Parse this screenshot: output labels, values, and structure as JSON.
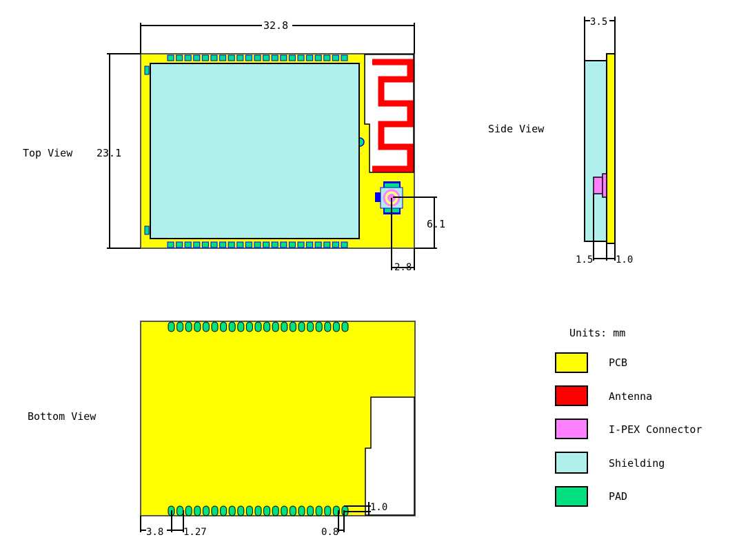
{
  "views": {
    "top": "Top View",
    "side": "Side View",
    "bottom": "Bottom View"
  },
  "dimensions": {
    "width": "32.8",
    "height": "23.1",
    "side_thickness": "3.5",
    "connector_y": "6.1",
    "connector_x": "2.8",
    "side_left": "1.5",
    "side_right": "1.0",
    "pin_start": "3.8",
    "pin_pitch": "1.27",
    "pad_gap": "0.8",
    "pad_len": "1.0"
  },
  "legend": {
    "title": "Units: mm",
    "items": [
      {
        "label": "PCB",
        "color": "#ffff00"
      },
      {
        "label": "Antenna",
        "color": "#ff0000"
      },
      {
        "label": "I-PEX Connector",
        "color": "#ff80ff"
      },
      {
        "label": "Shielding",
        "color": "#aff0ec"
      },
      {
        "label": "PAD",
        "color": "#00e080"
      }
    ]
  },
  "colors": {
    "pcb": "#ffff00",
    "antenna": "#ff0000",
    "ipex": "#ff80ff",
    "shielding": "#aff0ec",
    "pad": "#00e080",
    "outline": "#000000",
    "board_edge": "#555555",
    "connector_base": "#0000ff"
  }
}
